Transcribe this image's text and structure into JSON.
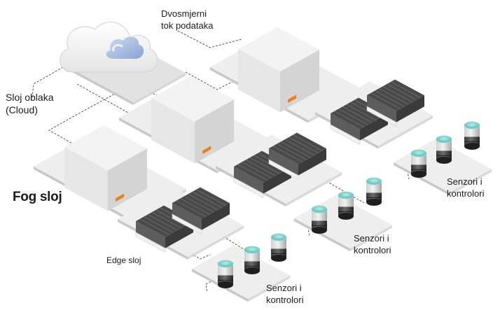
{
  "labels": {
    "bidirectional_line1": "Dvosmjerni",
    "bidirectional_line2": "tok podataka",
    "cloud_line1": "Sloj oblaka",
    "cloud_line2": "(Cloud)",
    "fog": "Fog sloj",
    "edge": "Edge sloj",
    "sensors_line1": "Senzori i",
    "sensors_line2": "kontrolori"
  },
  "colors": {
    "platform": "#eeeeee",
    "platform_shadow": "#c8c8c8",
    "box_top": "#f3f3f3",
    "box_left": "#e6e6e6",
    "box_right": "#d4d4d4",
    "server_port": "#ef7d14",
    "edge_device": "#4a4a4a",
    "sensor_cap": "#63c9c2",
    "cloud_accent": "#8fa9d8",
    "link": "#555555"
  },
  "icons": [
    "cloud-icon",
    "fog-server-icon",
    "edge-device-icon",
    "sensor-icon"
  ]
}
